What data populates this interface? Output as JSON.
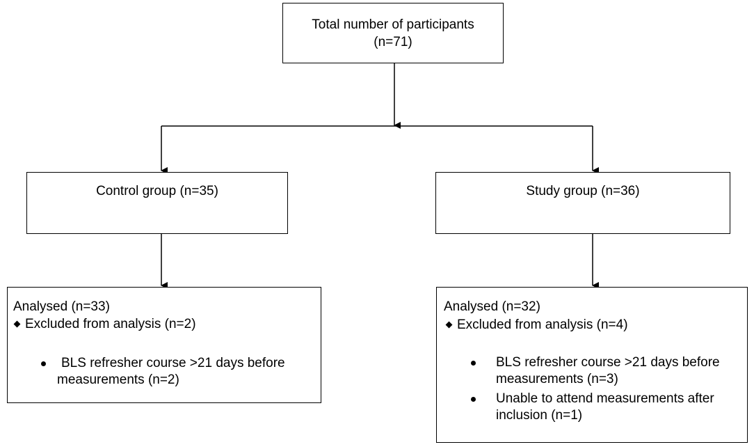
{
  "total": {
    "line1": "Total number of participants",
    "line2": "(n=71)"
  },
  "control": {
    "title": "Control group (n=35)",
    "analysed": "Analysed  (n=33)",
    "excluded": "Excluded from analysis (n=2)",
    "reasons": [
      {
        "line1": "BLS refresher course >21 days before",
        "line2": "measurements (n=2)"
      }
    ]
  },
  "study": {
    "title": "Study group (n=36)",
    "analysed": "Analysed  (n=32)",
    "excluded": "Excluded from analysis (n=4)",
    "reasons": [
      {
        "line1": "BLS refresher course >21 days before",
        "line2": "measurements (n=3)"
      },
      {
        "line1": "Unable to attend measurements after",
        "line2": "inclusion (n=1)"
      }
    ]
  }
}
